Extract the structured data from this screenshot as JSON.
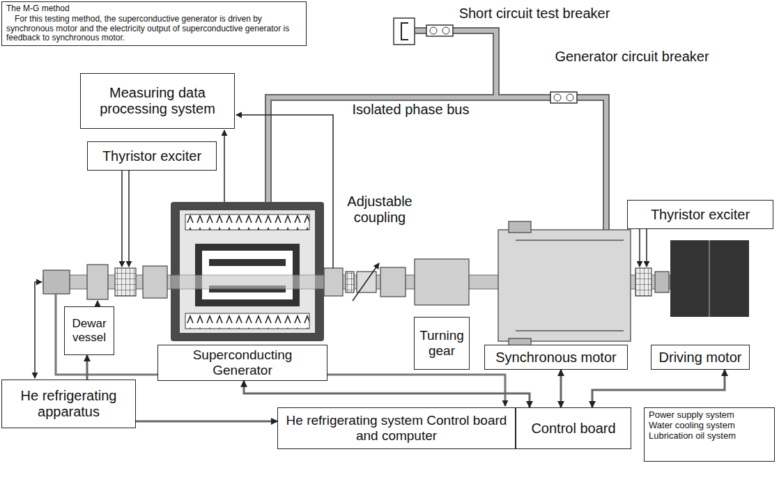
{
  "diagram": {
    "nodes": [
      {
        "text": [
          "The M-G method",
          "For this testing method, the superconductive generator is driven by synchronous motor and the electricity output of superconductive generator is feedback to synchronous motor."
        ]
      },
      {
        "text": [
          "Measuring data processing system"
        ]
      },
      {
        "text": [
          "Thyristor exciter"
        ]
      },
      {
        "text": [
          "Thyristor exciter"
        ]
      },
      {
        "text": [
          "Superconducting Generator"
        ]
      },
      {
        "text": [
          "Turning gear"
        ]
      },
      {
        "text": [
          "Synchronous motor"
        ]
      },
      {
        "text": [
          "Driving motor"
        ]
      },
      {
        "text": [
          "Dewar vessel"
        ]
      },
      {
        "text": [
          "He refrigerating apparatus"
        ]
      },
      {
        "text": [
          "He refrigerating system Control board and computer"
        ]
      },
      {
        "text": [
          "Control board"
        ]
      },
      {
        "text": [
          "Power supply system",
          "Water cooling system",
          "Lubrication oil system"
        ]
      }
    ],
    "edges": [
      {
        "from": 9,
        "to": 8,
        "arrow": "to"
      },
      {
        "from": 9,
        "to": 10,
        "arrow": "to"
      },
      {
        "from": 11,
        "to": 4,
        "arrow": "both"
      },
      {
        "from": 11,
        "to": 6,
        "arrow": "both"
      },
      {
        "from": 11,
        "to": 7,
        "arrow": "both"
      }
    ],
    "labels": [
      "Short circuit test breaker",
      "Generator circuit breaker",
      "Isolated phase bus",
      "Adjustable coupling"
    ]
  }
}
